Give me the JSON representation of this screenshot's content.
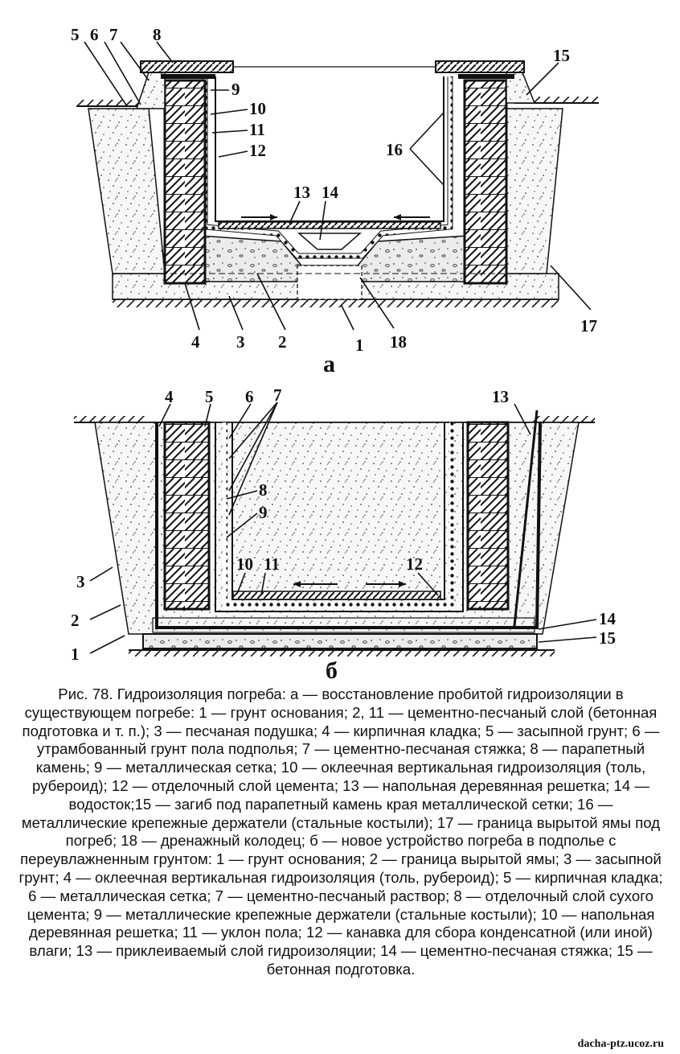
{
  "figure": {
    "sub_a": "а",
    "sub_b": "б",
    "labels_a": [
      "5",
      "6",
      "7",
      "8",
      "15",
      "9",
      "10",
      "11",
      "12",
      "16",
      "13",
      "14",
      "4",
      "3",
      "2",
      "1",
      "18",
      "17"
    ],
    "labels_b": [
      "4",
      "5",
      "6",
      "7",
      "13",
      "8",
      "9",
      "10",
      "11",
      "12",
      "3",
      "2",
      "1",
      "14",
      "15"
    ]
  },
  "caption": "Рис. 78. Гидроизоляция погреба: а — восстановление пробитой гидроизоляции в существующем погребе: 1 — грунт основания; 2, 11 — цементно-песчаный слой (бетонная подготовка и т. п.); 3 — песчаная подушка; 4 — кирпичная кладка; 5 — засыпной грунт; 6 — утрамбованный грунт пола подполья; 7 — цементно-песчаная стяжка; 8 — парапетный камень; 9 — металлическая сетка; 10 — оклеечная вертикальная гидроизоляция (толь, рубероид); 12 — отделочный слой цемента; 13 — напольная деревянная решетка; 14 — водосток;15 — загиб под парапетный камень края металлической сетки; 16 — металлические крепежные держатели (стальные костыли); 17 — граница вырытой ямы под погреб; 18 — дренажный колодец;   б — новое устройство погреба в подполье с переувлажненным грунтом: 1 — грунт основания; 2 — граница вырытой ямы; 3 — засыпной грунт; 4 — оклеечная вертикальная гидроизоляция (толь, рубероид); 5 — кирпичная кладка; 6 — металлическая сетка; 7 — цементно-песчаный раствор; 8 — отделочный слой сухого цемента; 9 — металлические крепежные держатели (стальные костыли); 10 — напольная деревянная решетка;  11 — уклон пола; 12 — канавка для сбора конденсатной (или иной) влаги; 13 — приклеиваемый слой гидроизоляции; 14 — цементно-песчаная стяжка; 15 — бетонная подготовка.",
  "watermark": "dacha-ptz.ucoz.ru"
}
